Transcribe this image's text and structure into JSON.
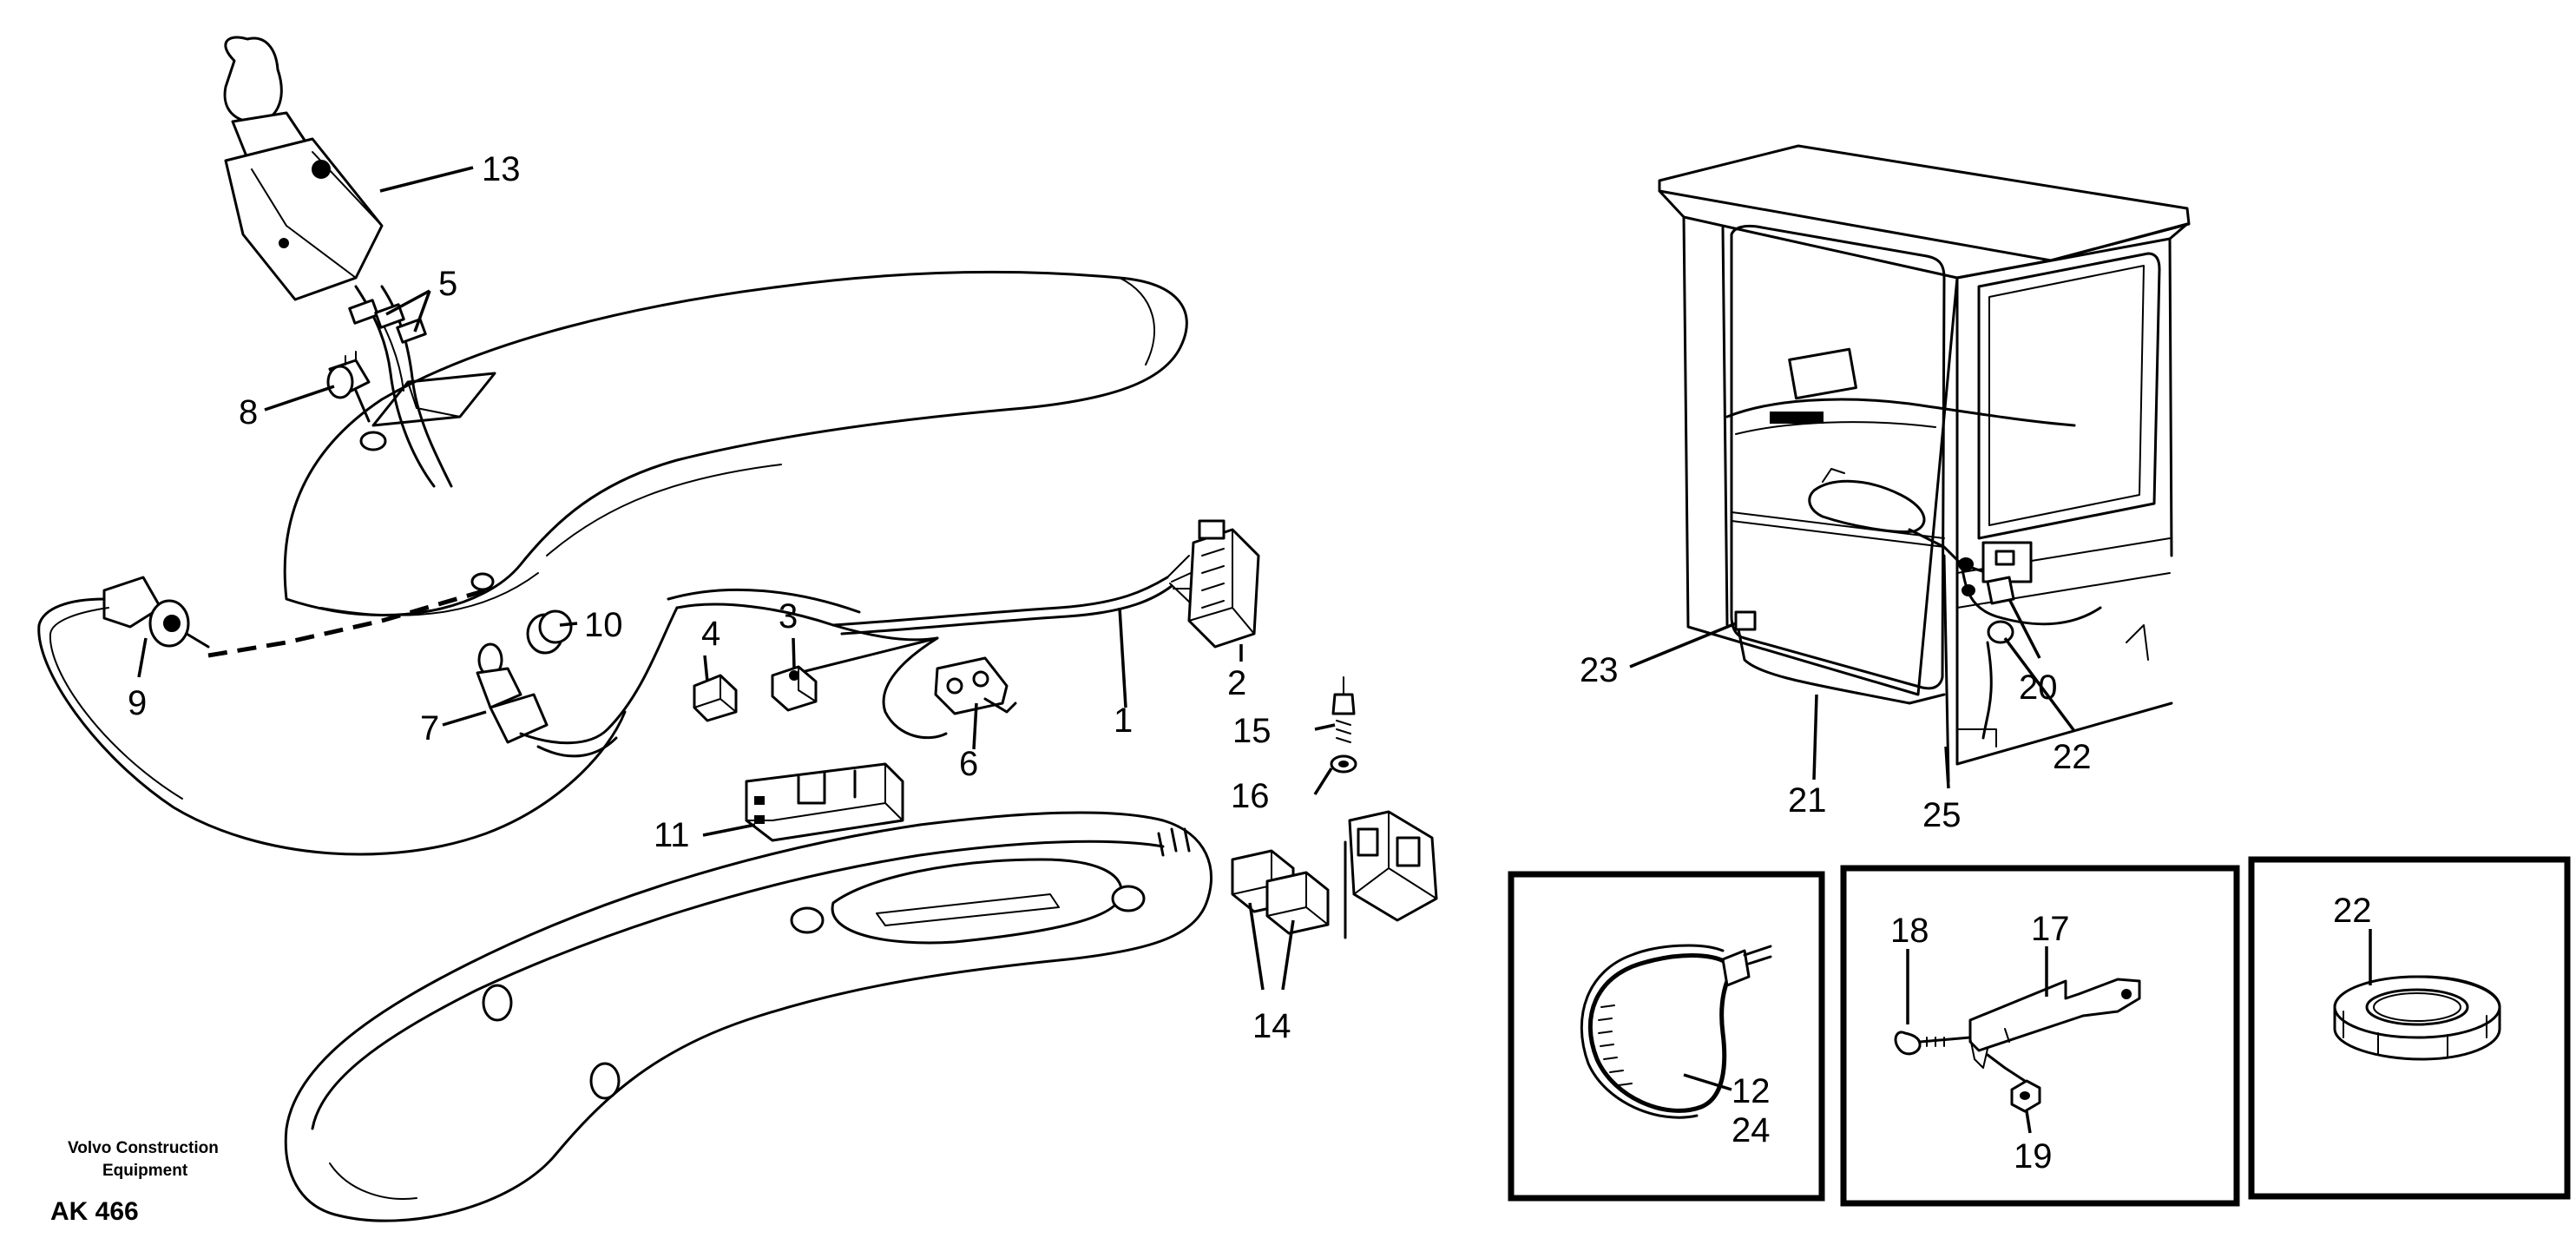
{
  "brand": {
    "line1": "Volvo Construction",
    "line2": "Equipment",
    "code": "AK 466"
  },
  "callouts": {
    "c1": "1",
    "c2": "2",
    "c3": "3",
    "c4": "4",
    "c5": "5",
    "c6": "6",
    "c7": "7",
    "c8": "8",
    "c9": "9",
    "c10": "10",
    "c11": "11",
    "c12": "12",
    "c13": "13",
    "c14": "14",
    "c15": "15",
    "c16": "16",
    "c17": "17",
    "c18": "18",
    "c19": "19",
    "c20": "20",
    "c21": "21",
    "c22": "22",
    "c22b": "22",
    "c23": "23",
    "c24": "24",
    "c25": "25"
  }
}
